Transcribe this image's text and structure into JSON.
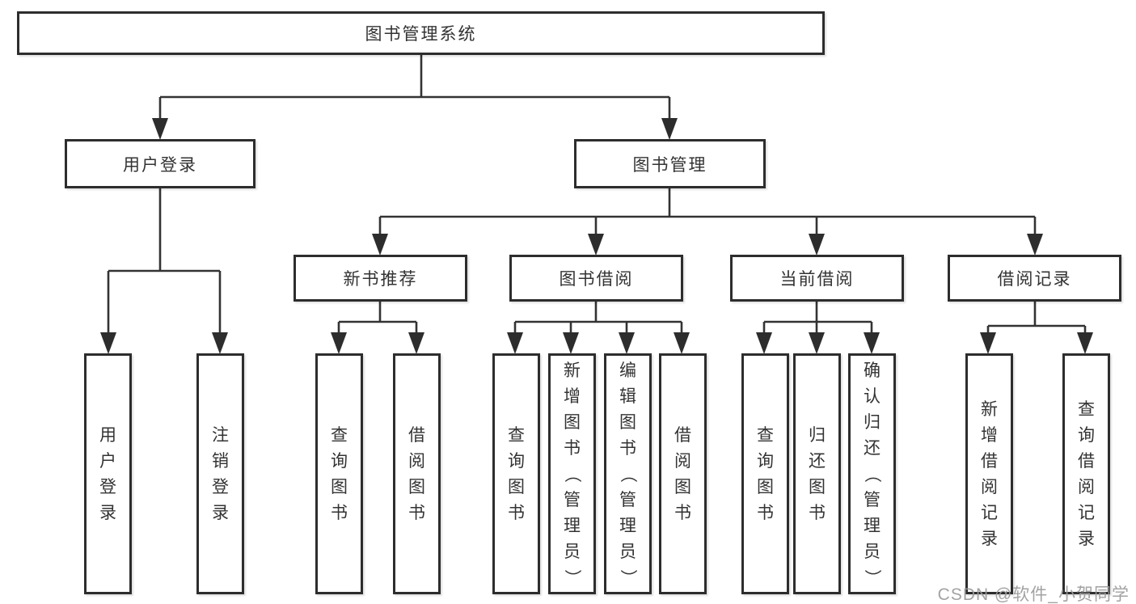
{
  "diagram": {
    "root": "图书管理系统",
    "level2": [
      "用户登录",
      "图书管理"
    ],
    "level3": [
      "新书推荐",
      "图书借阅",
      "当前借阅",
      "借阅记录"
    ],
    "leaves_user_login": [
      "用户登录",
      "注销登录"
    ],
    "leaves_new_book": [
      "查询图书",
      "借阅图书"
    ],
    "leaves_book_borrow": [
      "查询图书",
      "新增图书（管理员）",
      "编辑图书（管理员）",
      "借阅图书"
    ],
    "leaves_current_borrow": [
      "查询图书",
      "归还图书",
      "确认归还（管理员）"
    ],
    "leaves_borrow_records": [
      "新增借阅记录",
      "查询借阅记录"
    ]
  },
  "colors": {
    "line": "#333333",
    "border": "#2d2d2d",
    "text": "#333333",
    "watermark": "#9b9b9b"
  },
  "watermark": "CSDN @软件_小贺同学"
}
